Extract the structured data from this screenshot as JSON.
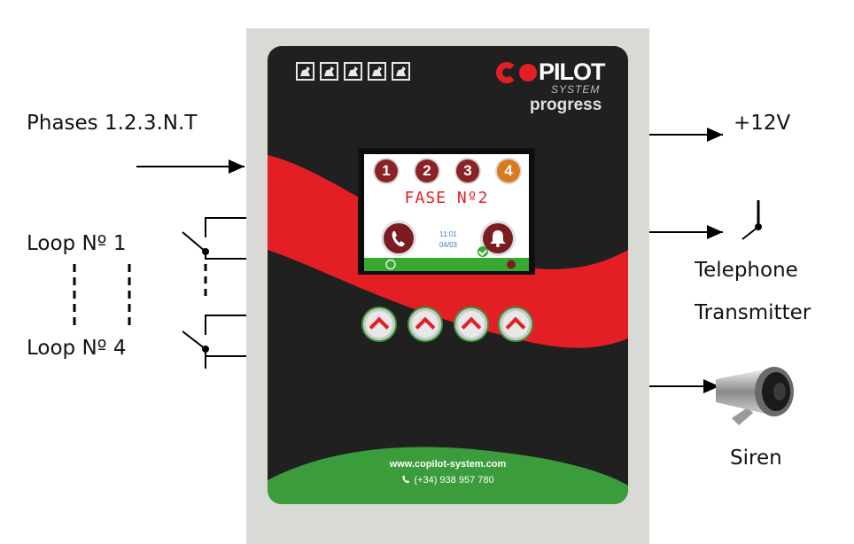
{
  "labels": {
    "phases": "Phases 1.2.3.N.T",
    "loop_first": "Loop Nº 1",
    "loop_last": "Loop Nº 4",
    "power": "+12V",
    "telephone_line1": "Telephone",
    "telephone_line2": "Transmitter",
    "siren": "Siren"
  },
  "device": {
    "brand": "PILOT",
    "subtitle": "SYSTEM",
    "model": "progress",
    "screen": {
      "phases": [
        "1",
        "2",
        "3",
        "4"
      ],
      "title": "FASE Nº2",
      "time": "11:01",
      "date": "04/03"
    },
    "website": "www.copilot-system.com",
    "phone": "(+34) 938 957 780"
  },
  "colors": {
    "brand_red": "#e31e24",
    "panel_black": "#202020",
    "footer_green": "#3a9c3a",
    "phase_dark": "#8a2226",
    "phase_active": "#d97a1c"
  },
  "icons": {
    "animals": [
      "chicken-icon",
      "rabbit-icon",
      "pig-icon",
      "cow-icon",
      "bull-icon"
    ],
    "call_button": "phone-icon",
    "alarm_button": "bell-icon"
  }
}
